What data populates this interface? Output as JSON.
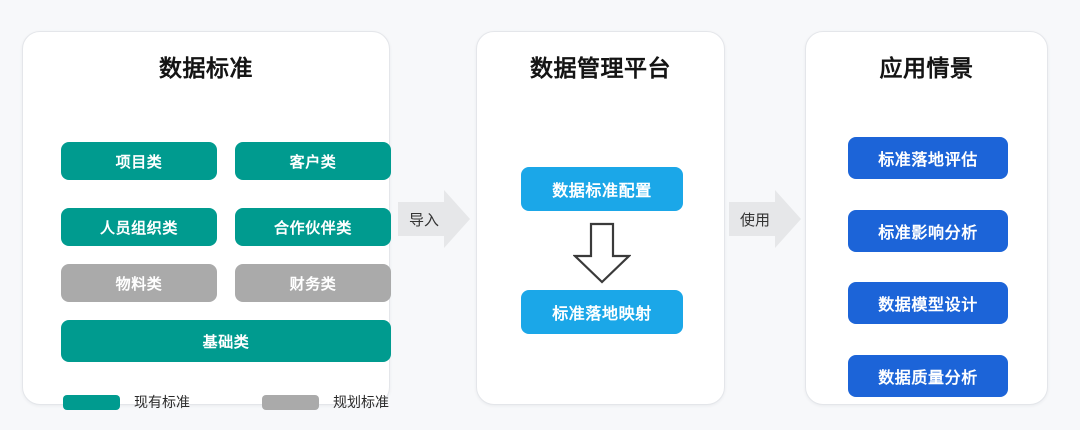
{
  "colors": {
    "background": "#f7f8fa",
    "panel": "#ffffff",
    "existing_standard": "#009b8f",
    "planned_standard": "#aaaaaa",
    "platform_accent": "#1ba7e8",
    "scenario_accent": "#1c64d8",
    "arrow_fill": "#e6e7e9"
  },
  "panels": {
    "standards": {
      "title": "数据标准",
      "items": [
        {
          "label": "项目类",
          "status": "existing"
        },
        {
          "label": "客户类",
          "status": "existing"
        },
        {
          "label": "人员组织类",
          "status": "existing"
        },
        {
          "label": "合作伙伴类",
          "status": "existing"
        },
        {
          "label": "物料类",
          "status": "planned"
        },
        {
          "label": "财务类",
          "status": "planned"
        }
      ],
      "wide_item": {
        "label": "基础类",
        "status": "existing"
      },
      "legend": [
        {
          "label": "现有标准",
          "status": "existing"
        },
        {
          "label": "规划标准",
          "status": "planned"
        }
      ]
    },
    "platform": {
      "title": "数据管理平台",
      "steps": [
        {
          "label": "数据标准配置"
        },
        {
          "label": "标准落地映射"
        }
      ]
    },
    "scenarios": {
      "title": "应用情景",
      "items": [
        {
          "label": "标准落地评估"
        },
        {
          "label": "标准影响分析"
        },
        {
          "label": "数据模型设计"
        },
        {
          "label": "数据质量分析"
        }
      ]
    }
  },
  "connectors": [
    {
      "label": "导入",
      "from": "standards",
      "to": "platform"
    },
    {
      "label": "使用",
      "from": "platform",
      "to": "scenarios"
    }
  ]
}
